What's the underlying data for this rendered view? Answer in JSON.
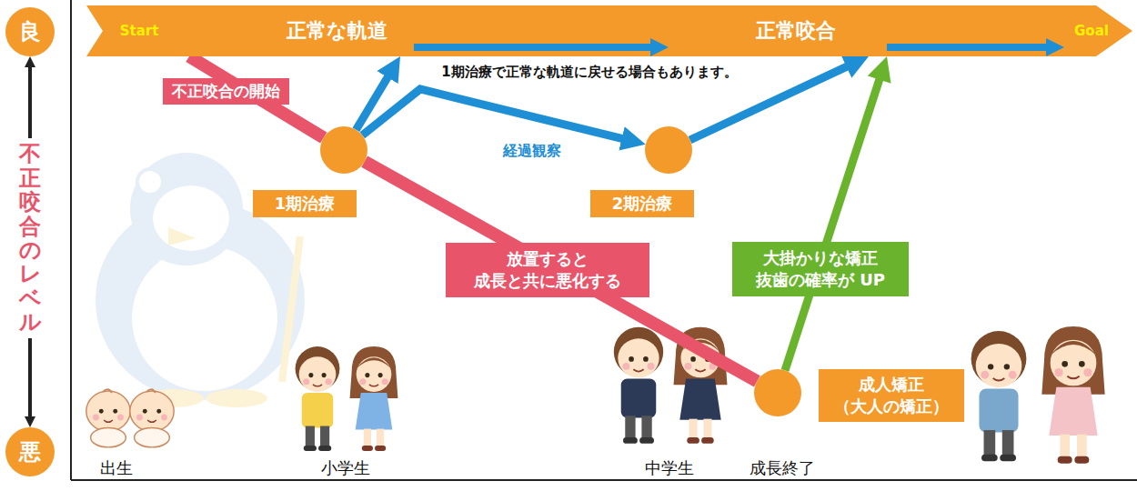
{
  "diagram": {
    "nodes": [
      {
        "text": [
          "良"
        ]
      },
      {
        "text": [
          "Start",
          "正常な軌道",
          "正常咬合",
          "Goal"
        ]
      },
      {
        "text": [
          "1期治療"
        ]
      },
      {
        "text": [
          "2期治療"
        ]
      },
      {
        "text": [
          "成人矯正 （大人の矯正）"
        ]
      },
      {
        "text": [
          "悪"
        ]
      }
    ],
    "edges": [
      {
        "from": 0,
        "to": 5,
        "arrow": "both",
        "label": "不正咬合のレベル"
      },
      {
        "from": 1,
        "to": 2,
        "arrow": "none",
        "label": "不正咬合の開始"
      },
      {
        "from": 2,
        "to": 1,
        "arrow": "to",
        "label": "1期治療で正常な軌道に戻せる場合もあります。"
      },
      {
        "from": 2,
        "to": 3,
        "arrow": "to",
        "label": "経過観察"
      },
      {
        "from": 3,
        "to": 1,
        "arrow": "to"
      },
      {
        "from": 2,
        "to": 4,
        "arrow": "none",
        "label": "放置すると 成長と共に悪化する"
      },
      {
        "from": 4,
        "to": 1,
        "arrow": "to",
        "label": "大掛かりな矯正 抜歯の確率が UP"
      }
    ],
    "labels": [
      "出生",
      "小学生",
      "中学生",
      "成長終了"
    ]
  }
}
